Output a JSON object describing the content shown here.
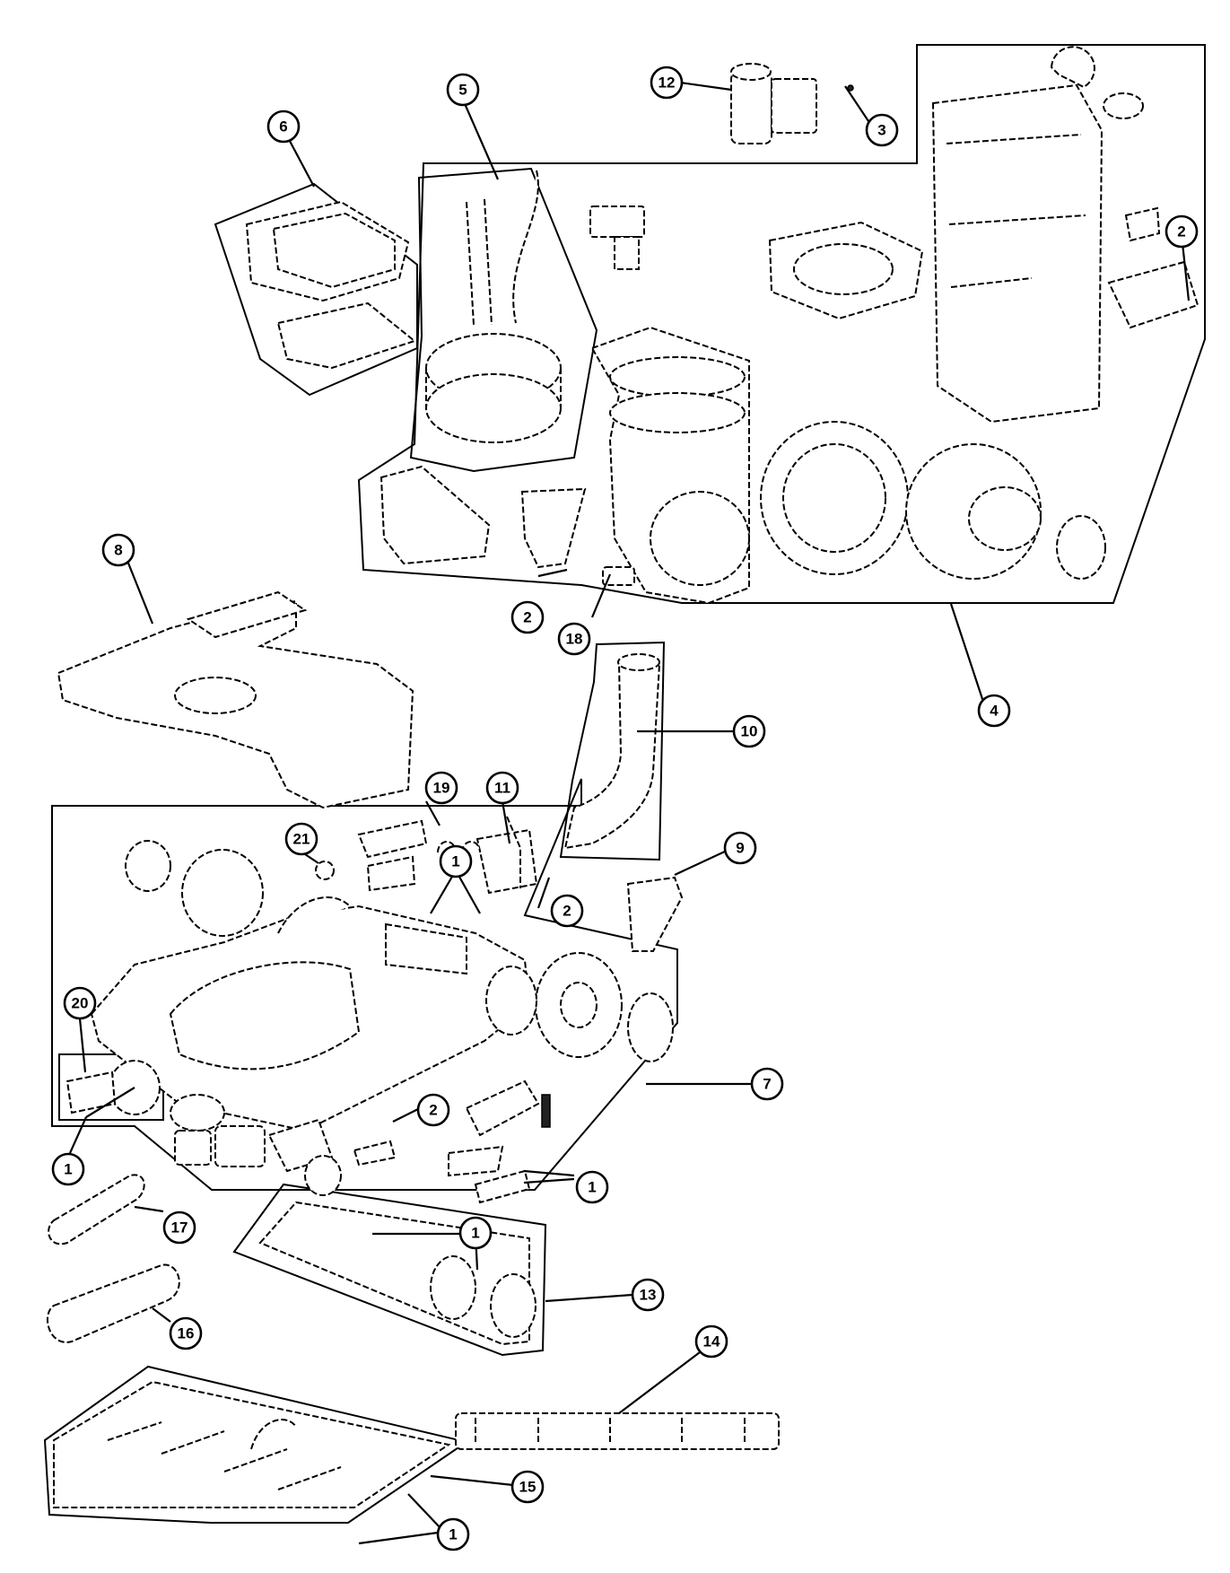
{
  "callouts": [
    {
      "id": "c12",
      "label": "12"
    },
    {
      "id": "c3",
      "label": "3"
    },
    {
      "id": "c5",
      "label": "5"
    },
    {
      "id": "c6",
      "label": "6"
    },
    {
      "id": "c2a",
      "label": "2"
    },
    {
      "id": "c2b",
      "label": "2"
    },
    {
      "id": "c18",
      "label": "18"
    },
    {
      "id": "c4",
      "label": "4"
    },
    {
      "id": "c8",
      "label": "8"
    },
    {
      "id": "c10",
      "label": "10"
    },
    {
      "id": "c19",
      "label": "19"
    },
    {
      "id": "c11",
      "label": "11"
    },
    {
      "id": "c21",
      "label": "21"
    },
    {
      "id": "c1a",
      "label": "1"
    },
    {
      "id": "c9",
      "label": "9"
    },
    {
      "id": "c2c",
      "label": "2"
    },
    {
      "id": "c20",
      "label": "20"
    },
    {
      "id": "c7",
      "label": "7"
    },
    {
      "id": "c2d",
      "label": "2"
    },
    {
      "id": "c1b",
      "label": "1"
    },
    {
      "id": "c1c",
      "label": "1"
    },
    {
      "id": "c17",
      "label": "17"
    },
    {
      "id": "c1d",
      "label": "1"
    },
    {
      "id": "c13",
      "label": "13"
    },
    {
      "id": "c16",
      "label": "16"
    },
    {
      "id": "c14",
      "label": "14"
    },
    {
      "id": "c15",
      "label": "15"
    },
    {
      "id": "c1e",
      "label": "1"
    }
  ]
}
